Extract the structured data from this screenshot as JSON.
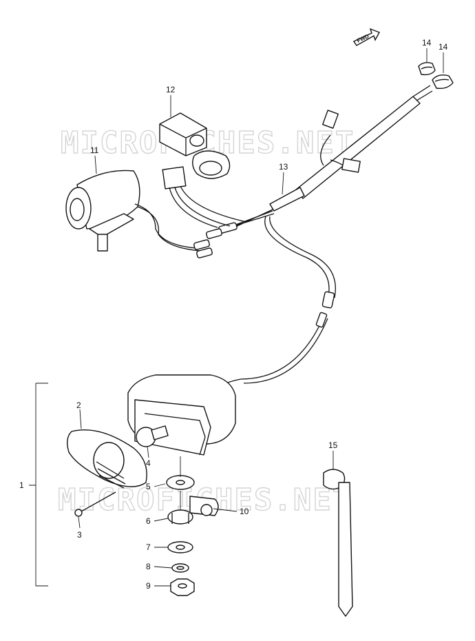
{
  "watermark": "MICROFICHES.NET",
  "fwd_label": "FWD",
  "callouts": [
    "1",
    "2",
    "3",
    "4",
    "5",
    "6",
    "7",
    "8",
    "9",
    "10",
    "11",
    "12",
    "13",
    "14",
    "14",
    "15"
  ]
}
